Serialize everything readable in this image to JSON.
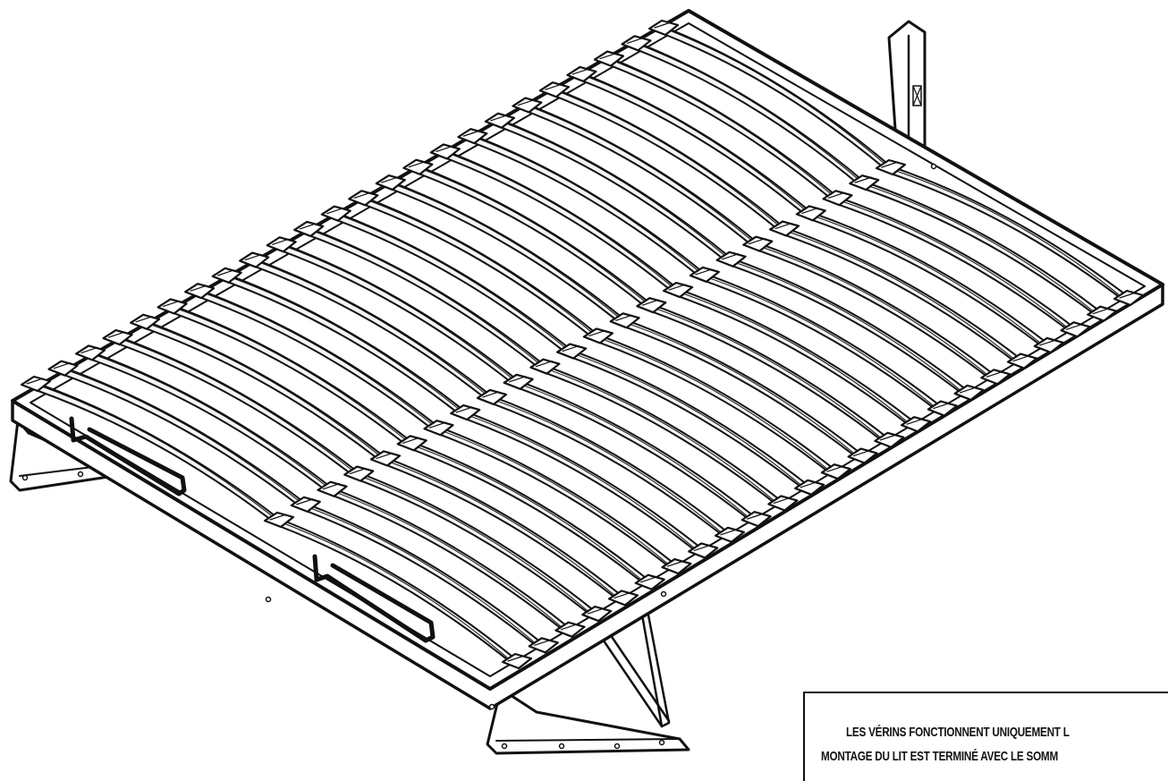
{
  "colors": {
    "ink": "#111111",
    "paper": "#ffffff",
    "slat_fill": "#f4f4f4"
  },
  "illustration": {
    "slat_count": 24,
    "icons": [
      "bed-frame-illustration",
      "slat-holder-icon",
      "lift-handle-icon",
      "gas-piston-icon",
      "leg-icon"
    ]
  },
  "notice": {
    "line1": "LES VÉRINS FONCTIONNENT UNIQUEMENT L",
    "line2": "MONTAGE DU LIT EST TERMINÉ AVEC LE SOMM"
  }
}
